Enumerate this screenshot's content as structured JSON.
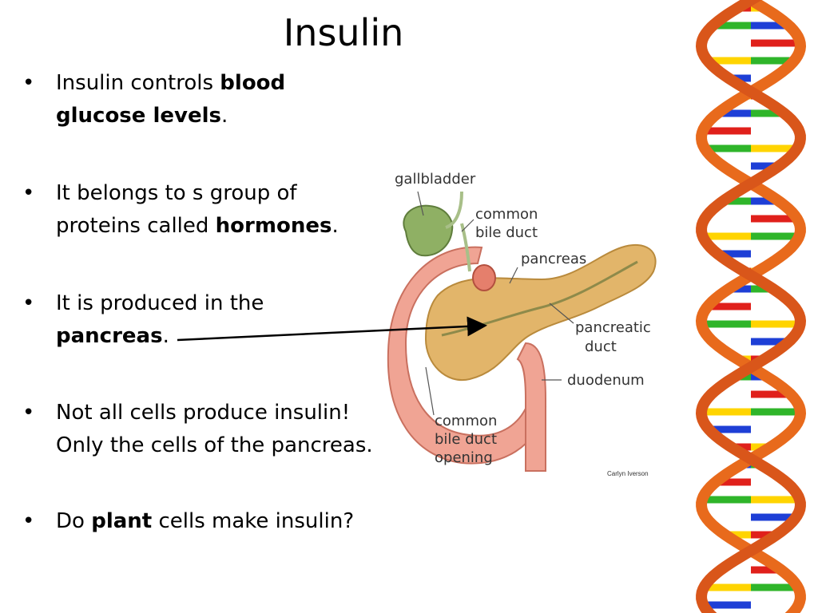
{
  "slide": {
    "title": "Insulin",
    "bullets": [
      {
        "pre": "Insulin controls ",
        "bold": "blood glucose levels",
        "post": "."
      },
      {
        "pre": "It belongs to s group of proteins called ",
        "bold": "hormones",
        "post": "."
      },
      {
        "pre": "It is produced in the ",
        "bold": "pancreas",
        "post": "."
      },
      {
        "pre": "Not all cells produce insulin! Only the cells of the pancreas.",
        "bold": "",
        "post": ""
      },
      {
        "pre": "Do ",
        "bold": "plant",
        "post": " cells make insulin?"
      }
    ]
  },
  "diagram": {
    "labels": {
      "gallbladder": "gallbladder",
      "common_bile_duct_1": "common",
      "common_bile_duct_2": "bile duct",
      "pancreas": "pancreas",
      "pancreatic_duct_1": "pancreatic",
      "pancreatic_duct_2": "duct",
      "duodenum": "duodenum",
      "opening_1": "common",
      "opening_2": "bile duct",
      "opening_3": "opening"
    },
    "credit": "Carlyn Iverson"
  },
  "colors": {
    "gallbladder": "#8fb064",
    "pancreas": "#e2b56a",
    "duodenum": "#f0a494",
    "dna_backbone": "#e86a1c"
  }
}
